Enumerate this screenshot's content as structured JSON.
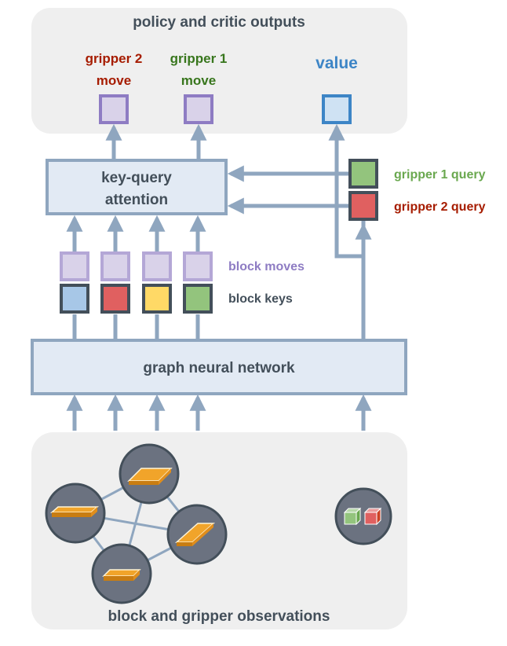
{
  "panels": {
    "outputs_title": "policy and critic outputs",
    "observations_title": "block and gripper observations"
  },
  "outputs": {
    "gripper2": {
      "line1": "gripper 2",
      "line2": "move"
    },
    "gripper1": {
      "line1": "gripper 1",
      "line2": "move"
    },
    "value": "value"
  },
  "attention": {
    "line1": "key-query",
    "line2": "attention"
  },
  "queries": {
    "gripper1": "gripper 1 query",
    "gripper2": "gripper 2 query"
  },
  "blocks": {
    "moves_label": "block moves",
    "keys_label": "block keys",
    "key_colors": [
      "#a7c7e7",
      "#e06060",
      "#ffd966",
      "#93c47d"
    ]
  },
  "gnn": {
    "label": "graph neural network"
  },
  "colors": {
    "gripper2": "#a61c00",
    "gripper1": "#38761d",
    "gripper1_query": "#6aa84f",
    "value": "#3d85c6",
    "block_moves": "#8e7cc3",
    "dark_text": "#434f5a",
    "arrow": "#8fa6bf",
    "box_fill": "#e2eaf4",
    "box_stroke": "#8fa6bf",
    "panel_fill": "#efefef",
    "node_fill": "#6b7280",
    "block_fill": "#f1a42a"
  }
}
